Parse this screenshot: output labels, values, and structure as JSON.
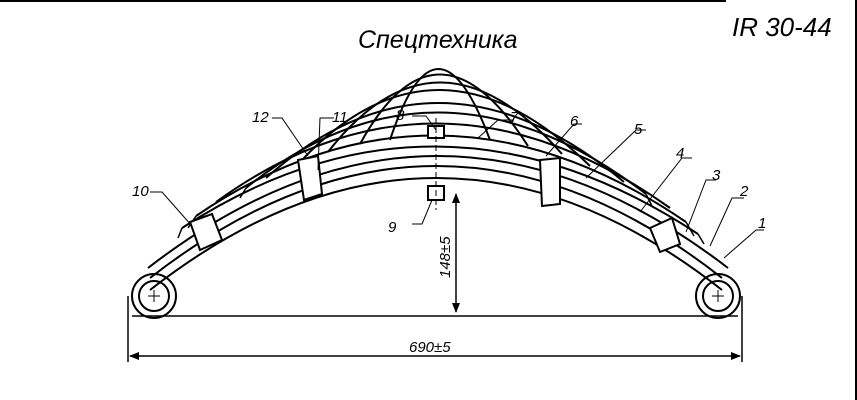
{
  "title": "Спецтехника",
  "model": "IR 30-44",
  "dimensions": {
    "height": "148±5",
    "length": "690±5"
  },
  "part_labels": [
    "1",
    "2",
    "3",
    "4",
    "5",
    "6",
    "7",
    "8",
    "9",
    "10",
    "11",
    "12"
  ],
  "colors": {
    "line": "#000000",
    "background": "#ffffff"
  }
}
